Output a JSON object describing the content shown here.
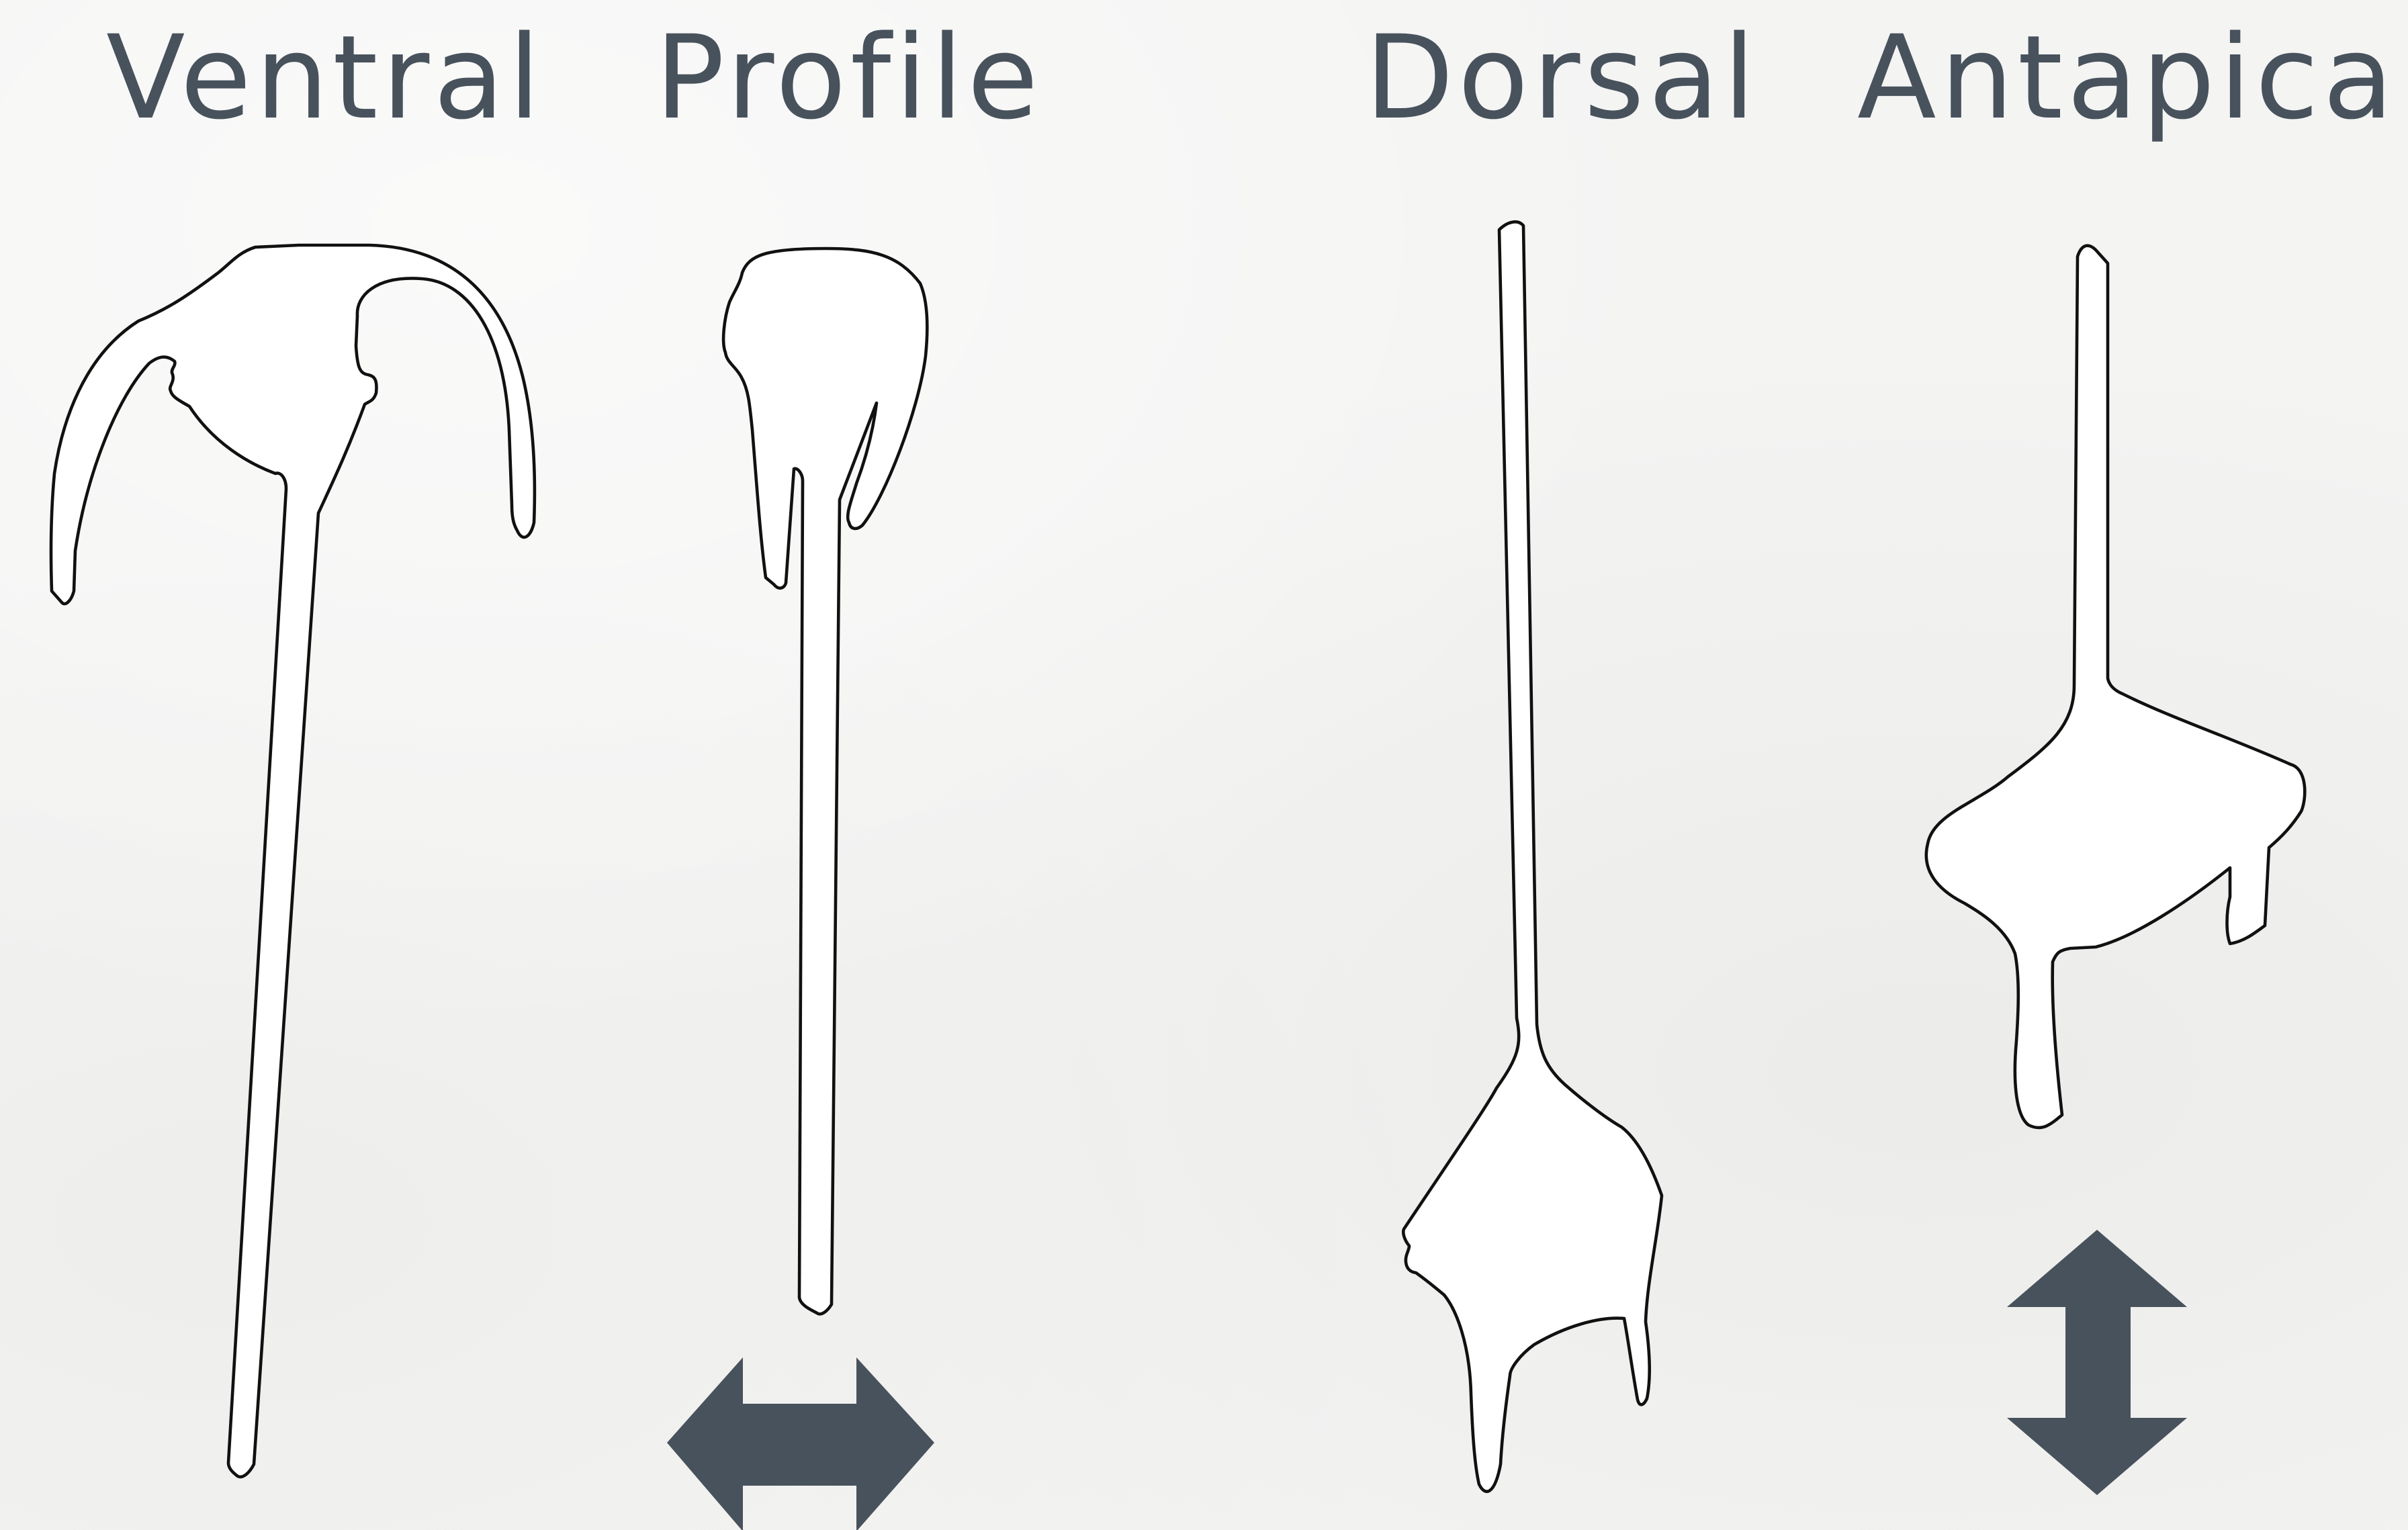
{
  "views": [
    {
      "id": "ventral",
      "label": "Ventral"
    },
    {
      "id": "profile",
      "label": "Profile"
    },
    {
      "id": "dorsal",
      "label": "Dorsal"
    },
    {
      "id": "antapical",
      "label": "Antapical"
    }
  ],
  "arrows": [
    {
      "under": "Profile",
      "direction": "horizontal",
      "icon": "double-arrow-horizontal"
    },
    {
      "under": "Antapical",
      "direction": "vertical",
      "icon": "double-arrow-vertical"
    }
  ],
  "colors": {
    "label_text": "#48525c",
    "arrow_fill": "#48525c",
    "outline_stroke": "#111111",
    "shape_fill": "#ffffff",
    "background": "#f3f3f2"
  }
}
